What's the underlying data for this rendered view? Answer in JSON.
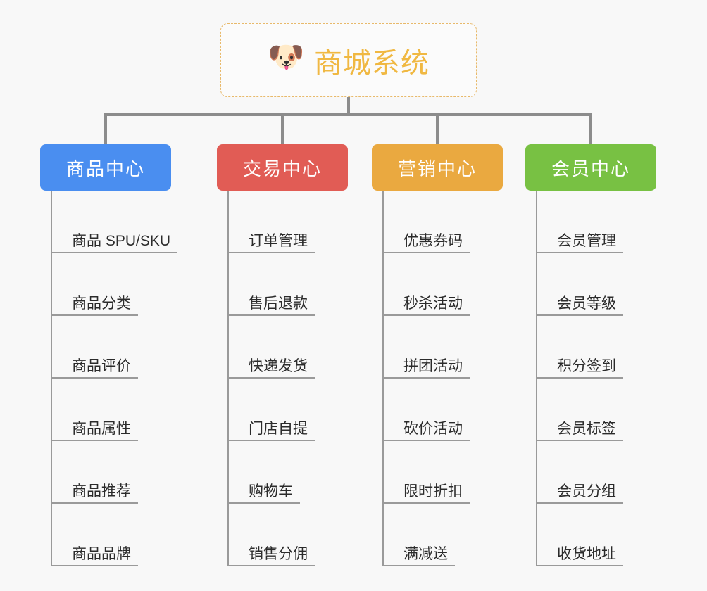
{
  "background_color": "#f8f8f8",
  "root": {
    "icon": "shiba-dog-face-emoji",
    "emoji": "🐶",
    "title": "商城系统",
    "title_color": "#f0b842",
    "border_color": "#e8b96a"
  },
  "columns": [
    {
      "title": "商品中心",
      "color": "#4a8ef0",
      "items": [
        "商品 SPU/SKU",
        "商品分类",
        "商品评价",
        "商品属性",
        "商品推荐",
        "商品品牌"
      ]
    },
    {
      "title": "交易中心",
      "color": "#e15c55",
      "items": [
        "订单管理",
        "售后退款",
        "快递发货",
        "门店自提",
        "购物车",
        "销售分佣"
      ]
    },
    {
      "title": "营销中心",
      "color": "#eaa940",
      "items": [
        "优惠券码",
        "秒杀活动",
        "拼团活动",
        "砍价活动",
        "限时折扣",
        "满减送"
      ]
    },
    {
      "title": "会员中心",
      "color": "#78c143",
      "items": [
        "会员管理",
        "会员等级",
        "积分签到",
        "会员标签",
        "会员分组",
        "收货地址"
      ]
    }
  ]
}
